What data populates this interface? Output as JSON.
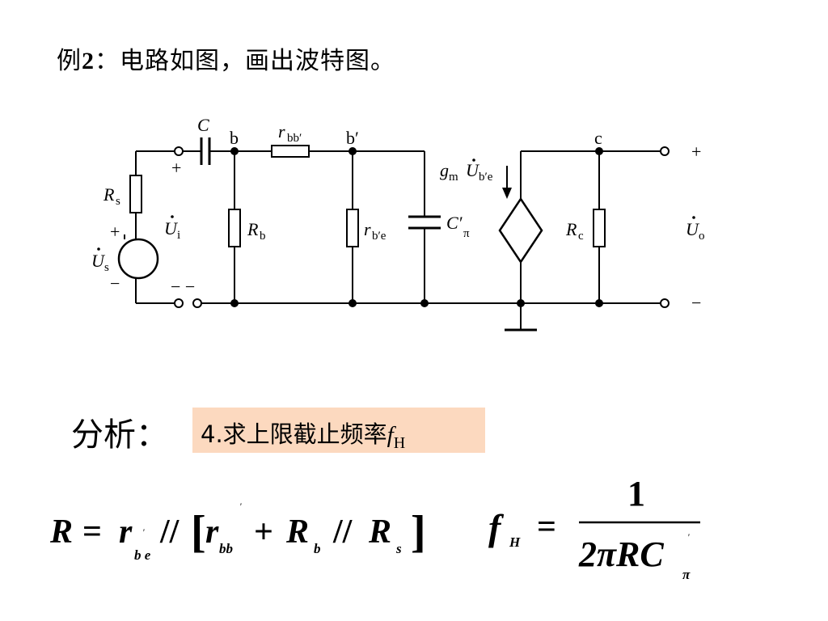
{
  "title": {
    "prefix": "例",
    "num": "2",
    "rest": "：电路如图，画出波特图。"
  },
  "circuit": {
    "labels": {
      "C": "C",
      "b": "b",
      "rbb_r": "r",
      "rbb_sub": "bb′",
      "bprime": "b′",
      "c": "c",
      "gm": "g",
      "gm_sub": "m",
      "U": "U",
      "ub_sub": "b′e",
      "Rs": "R",
      "Rs_sub": "s",
      "Ui": "U",
      "Ui_sub": "i",
      "Us": "U",
      "Us_sub": "s",
      "Rb": "R",
      "Rb_sub": "b",
      "rbe": "r",
      "rbe_sub": "b′e",
      "Cpi": "C′",
      "Cpi_sub": "π",
      "Rc": "R",
      "Rc_sub": "c",
      "Uo": "U",
      "Uo_sub": "o",
      "plus": "+",
      "minus": "−",
      "minus2": "− −"
    }
  },
  "analysis": {
    "label": "分析：",
    "step": "4.求上限截止频率",
    "f": "f",
    "f_sub": "H"
  },
  "formula1": {
    "R": "R",
    "eq": "=",
    "r": "r",
    "r_sub": "b e",
    "par": "//",
    "lbr": "[",
    "rbb": "r",
    "rbb_sub": "bb",
    "plus": "+",
    "Rb": "R",
    "Rb_sub": "b",
    "par2": "//",
    "Rs": "R",
    "Rs_sub": "s",
    "rbr": "]",
    "prime": "'"
  },
  "formula2": {
    "f": "f",
    "f_sub": "H",
    "eq": "=",
    "num": "1",
    "den": "2πRC",
    "den_sub": "π",
    "prime": "'"
  }
}
